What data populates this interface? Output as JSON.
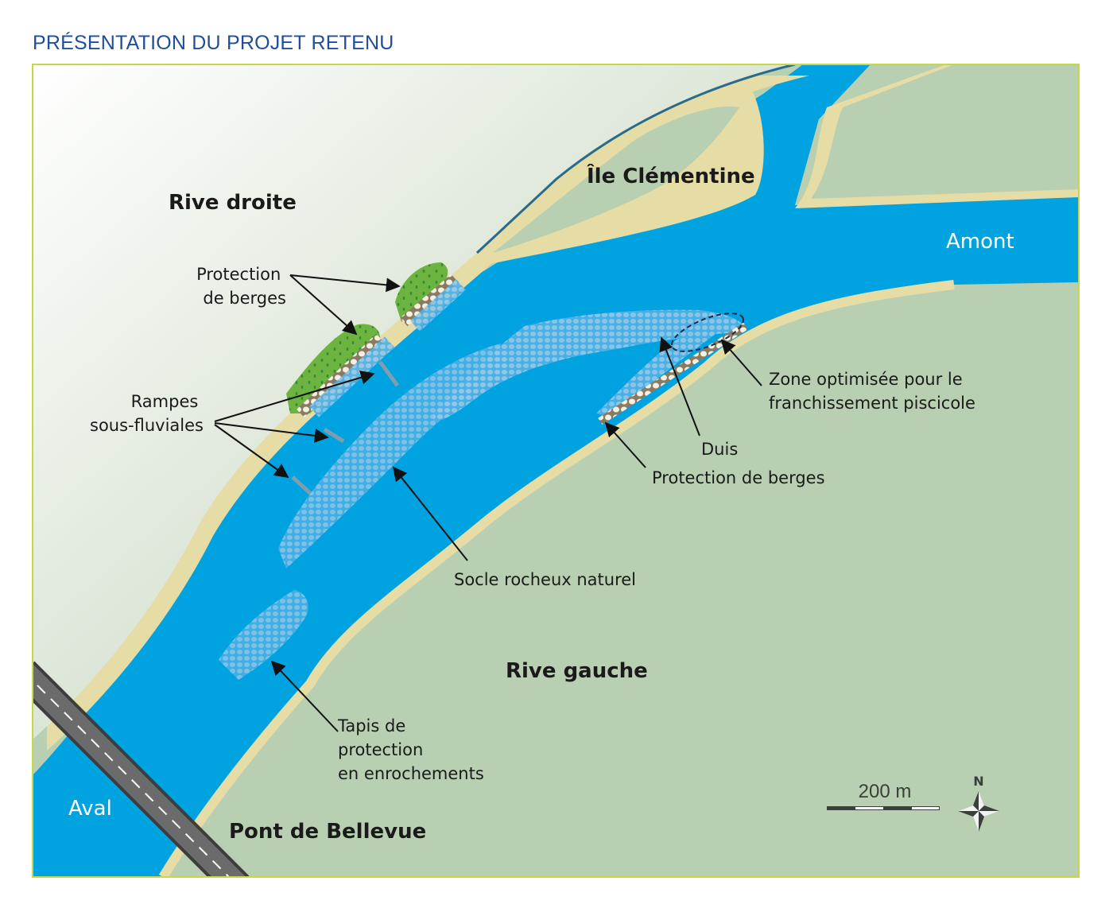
{
  "title": "PRÉSENTATION DU PROJET RETENU",
  "colors": {
    "water": "#00a3df",
    "land": "#b9cfb2",
    "sand": "#e6dca6",
    "vegetation": "#6cb33f",
    "frame": "#c6d84a",
    "title": "#1f4e9c",
    "rocks": "#7cc0e8"
  },
  "places": {
    "rive_droite": "Rive droite",
    "rive_gauche": "Rive gauche",
    "ile": "Île Clémentine",
    "amont": "Amont",
    "aval": "Aval",
    "pont": "Pont de Bellevue"
  },
  "annotations": {
    "protection_berges_nord": [
      "Protection",
      "de berges"
    ],
    "rampes": [
      "Rampes",
      "sous-fluviales"
    ],
    "zone_optimisee": [
      "Zone optimisée pour le",
      "franchissement piscicole"
    ],
    "duis": "Duis",
    "protection_berges_sud": "Protection de berges",
    "socle": "Socle rocheux naturel",
    "tapis": [
      "Tapis de",
      "protection",
      "en enrochements"
    ]
  },
  "scale": {
    "label": "200 m"
  },
  "compass": {
    "north": "N"
  }
}
